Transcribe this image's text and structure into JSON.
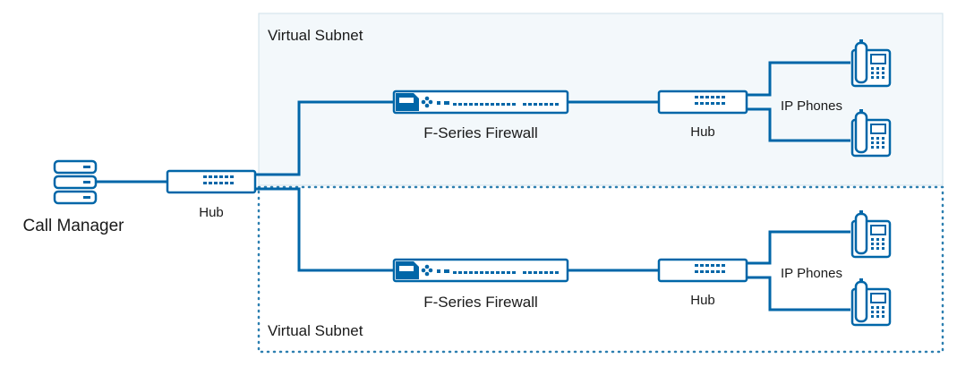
{
  "diagram": {
    "colors": {
      "line": "#0066a8",
      "device_fill": "#ffffff",
      "subnet_fill": "#f3f8fb",
      "subnet_border": "#cfe0ea",
      "subnet_dotted": "#2d7fb0",
      "text": "#1a1a1a"
    },
    "subnets": [
      {
        "label": "Virtual Subnet",
        "style": "shaded"
      },
      {
        "label": "Virtual Subnet",
        "style": "dotted"
      }
    ],
    "call_manager": {
      "label": "Call Manager",
      "icon": "server-stack-icon"
    },
    "main_hub": {
      "label": "Hub",
      "icon": "hub-icon"
    },
    "branches": [
      {
        "firewall": {
          "label": "F-Series Firewall",
          "icon": "firewall-appliance-icon"
        },
        "hub": {
          "label": "Hub",
          "icon": "hub-icon"
        },
        "phones_label": "IP Phones",
        "phones": [
          "ip-phone-icon",
          "ip-phone-icon"
        ]
      },
      {
        "firewall": {
          "label": "F-Series Firewall",
          "icon": "firewall-appliance-icon"
        },
        "hub": {
          "label": "Hub",
          "icon": "hub-icon"
        },
        "phones_label": "IP Phones",
        "phones": [
          "ip-phone-icon",
          "ip-phone-icon"
        ]
      }
    ]
  }
}
